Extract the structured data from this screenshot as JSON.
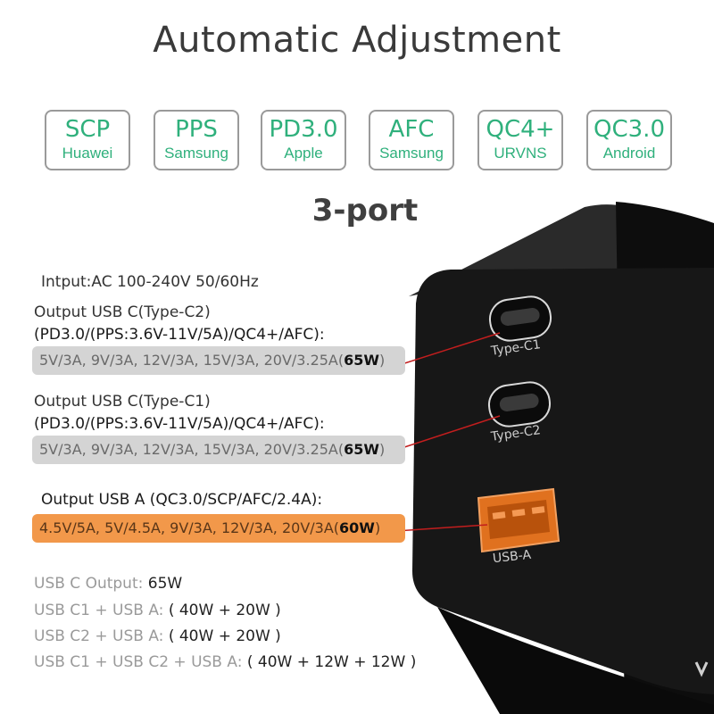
{
  "title": "Automatic Adjustment",
  "protocols": [
    {
      "name": "SCP",
      "brand": "Huawei"
    },
    {
      "name": "PPS",
      "brand": "Samsung"
    },
    {
      "name": "PD3.0",
      "brand": "Apple"
    },
    {
      "name": "AFC",
      "brand": "Samsung"
    },
    {
      "name": "QC4+",
      "brand": "URVNS"
    },
    {
      "name": "QC3.0",
      "brand": "Android"
    }
  ],
  "subtitle": "3-port",
  "input": "Intput:AC 100-240V 50/60Hz",
  "ports": [
    {
      "heading": "Output USB C(Type-C2)",
      "protocols": "(PD3.0/(PPS:3.6V-11V/5A)/QC4+/AFC):",
      "values": "5V/3A, 9V/3A, 12V/3A, 15V/3A, 20V/3.25A(",
      "max": "65W",
      "close": ")"
    },
    {
      "heading": "Output USB C(Type-C1)",
      "protocols": "(PD3.0/(PPS:3.6V-11V/5A)/QC4+/AFC):",
      "values": "5V/3A, 9V/3A, 12V/3A, 15V/3A, 20V/3.25A(",
      "max": "65W",
      "close": ")"
    },
    {
      "heading": "Output USB A (QC3.0/SCP/AFC/2.4A):",
      "values": "4.5V/5A, 5V/4.5A, 9V/3A, 12V/3A, 20V/3A(",
      "max": "60W",
      "close": ")"
    }
  ],
  "port_labels": [
    "Type-C1",
    "Type-C2",
    "USB-A"
  ],
  "summary": [
    {
      "label": "USB C Output: ",
      "value": "65W"
    },
    {
      "label": "USB C1 + USB A: ",
      "value": "( 40W + 20W )"
    },
    {
      "label": "USB C2 + USB A: ",
      "value": "( 40W + 20W )"
    },
    {
      "label": "USB C1 + USB C2 + USB A: ",
      "value": "( 40W + 12W + 12W )"
    }
  ],
  "colors": {
    "accent_green": "#2fb07c",
    "highlight_gray": "#d4d4d4",
    "highlight_orange": "#f2984a",
    "charger_body": "#141414",
    "connector_line": "#c21e1e"
  }
}
